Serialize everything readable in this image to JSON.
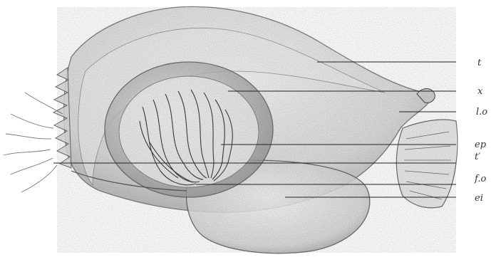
{
  "figure": {
    "labels": {
      "t": "t",
      "x": "x",
      "lo": "l.o",
      "ep": "ep",
      "t_prime": "t′",
      "fo": "f.o",
      "ei": "ei"
    },
    "colors": {
      "ink": "#333333",
      "shade": "#9a9a9a",
      "paper": "#ffffff"
    }
  }
}
